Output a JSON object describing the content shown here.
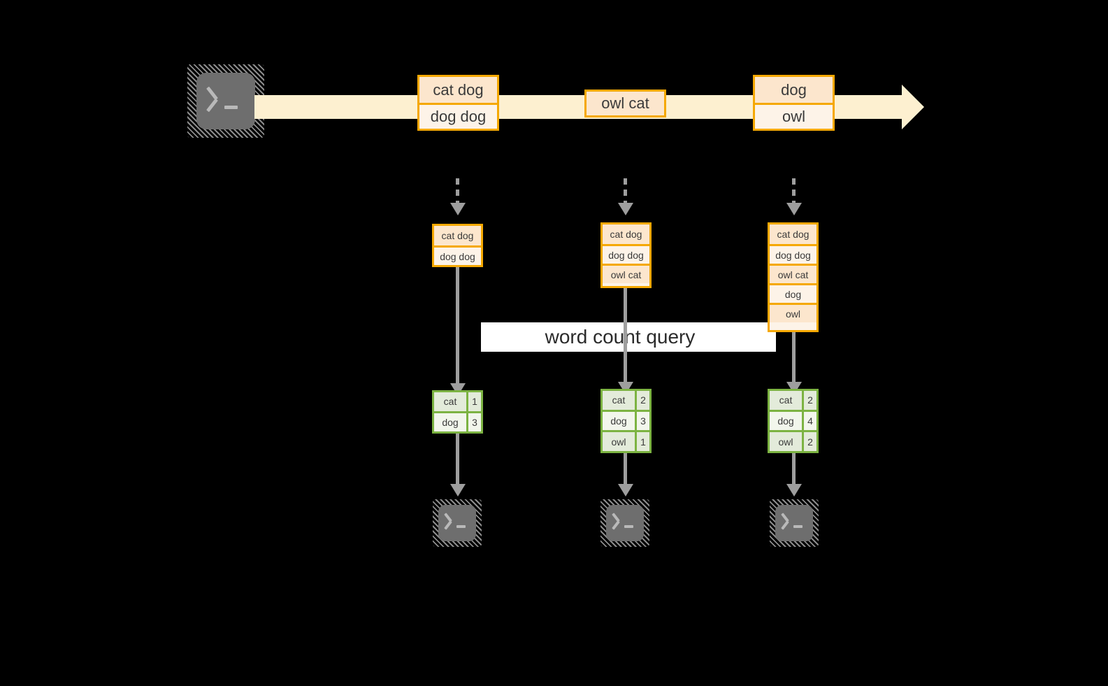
{
  "diagram": {
    "title_banner": {
      "label": "word count query"
    },
    "stream": {
      "source_icon": "terminal-icon",
      "records": [
        {
          "id": "batch-1",
          "lines": [
            "cat dog",
            "dog dog"
          ]
        },
        {
          "id": "batch-2",
          "lines": [
            "owl cat"
          ]
        },
        {
          "id": "batch-3",
          "lines": [
            "dog",
            "owl"
          ]
        }
      ]
    },
    "columns": [
      {
        "id": "col-1",
        "accumulated": {
          "lines": [
            "cat dog",
            "dog dog"
          ]
        },
        "result": {
          "headers_visible": false,
          "rows": [
            {
              "word": "cat",
              "count": "1"
            },
            {
              "word": "dog",
              "count": "3"
            }
          ]
        },
        "sink_icon": "terminal-icon"
      },
      {
        "id": "col-2",
        "accumulated": {
          "lines": [
            "cat dog",
            "dog dog",
            "owl cat"
          ]
        },
        "result": {
          "headers_visible": false,
          "rows": [
            {
              "word": "cat",
              "count": "2"
            },
            {
              "word": "dog",
              "count": "3"
            },
            {
              "word": "owl",
              "count": "1"
            }
          ]
        },
        "sink_icon": "terminal-icon"
      },
      {
        "id": "col-3",
        "accumulated": {
          "lines": [
            "cat dog",
            "dog dog",
            "owl cat",
            "dog",
            "owl"
          ]
        },
        "result": {
          "headers_visible": false,
          "rows": [
            {
              "word": "cat",
              "count": "2"
            },
            {
              "word": "dog",
              "count": "4"
            },
            {
              "word": "owl",
              "count": "2"
            }
          ]
        },
        "sink_icon": "terminal-icon"
      }
    ],
    "colors": {
      "background": "#000000",
      "record_border": "#f5a800",
      "record_fill_dark": "#fce6cd",
      "record_fill_light": "#fdf3e8",
      "stream_fill": "#fdf0d0",
      "result_border": "#7cb342",
      "result_fill_dark": "#e3ebda",
      "result_fill_light": "#f2f6ec",
      "arrow_gray": "#9e9e9e",
      "terminal_gray": "#6e6e6e",
      "banner_fill": "#ffffff"
    }
  }
}
